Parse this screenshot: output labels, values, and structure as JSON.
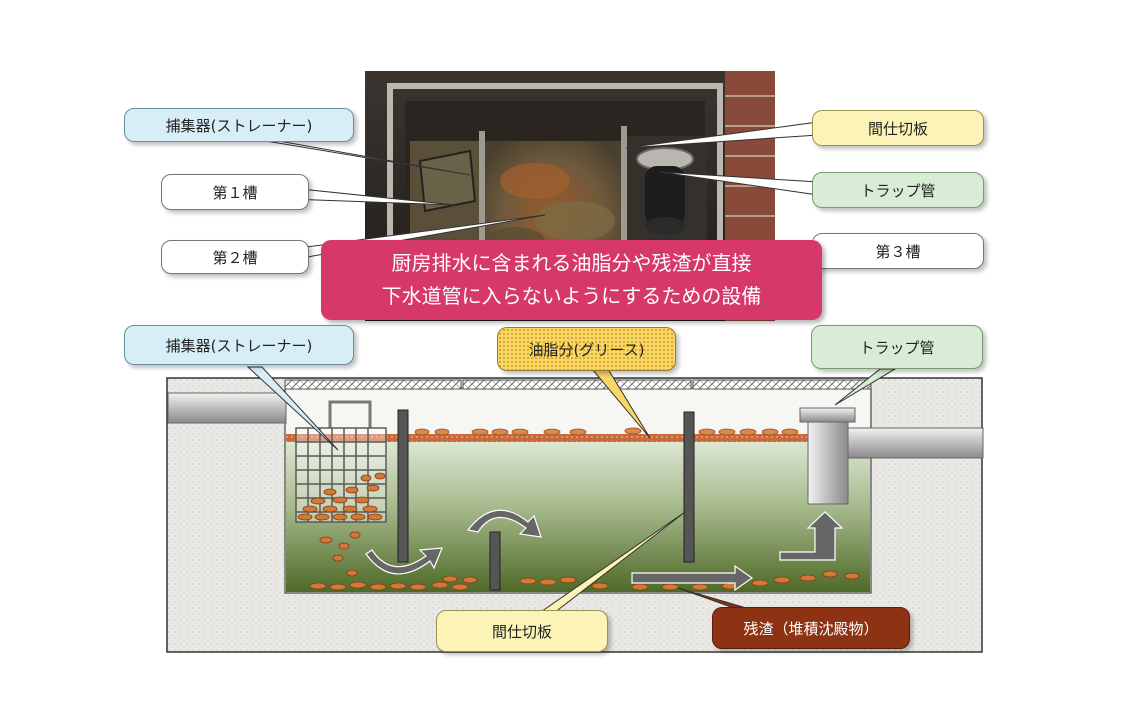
{
  "photo_labels": {
    "strainer": "捕集器(ストレーナー)",
    "tank1": "第１槽",
    "tank2": "第２槽",
    "partition": "間仕切板",
    "trap_pipe": "トラップ管",
    "tank3": "第３槽"
  },
  "banner": {
    "line1": "厨房排水に含まれる油脂分や残渣が直接",
    "line2": "下水道管に入らないようにするための設備"
  },
  "diagram_labels": {
    "strainer": "捕集器(ストレーナー)",
    "grease": "油脂分(グリース)",
    "trap_pipe": "トラップ管",
    "partition": "間仕切板",
    "sediment": "残渣（堆積沈殿物）"
  },
  "colors": {
    "banner": "#d7386a",
    "water": "#5e7a3a",
    "grease": "#b5532a",
    "sediment": "#8e3214",
    "concrete": "#e9e7e3"
  }
}
